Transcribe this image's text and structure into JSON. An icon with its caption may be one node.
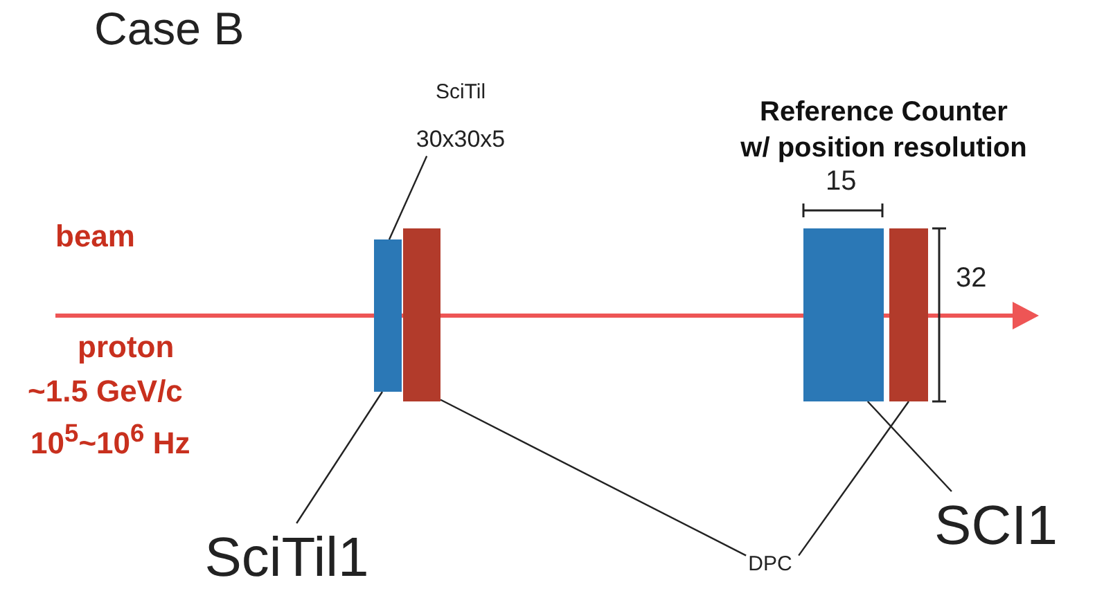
{
  "diagram": {
    "title": "Case B",
    "nodes": [
      {
        "text": [
          "SciTil",
          "30x30x5"
        ]
      },
      {
        "text": [],
        "shape": "bar"
      },
      {
        "text": [],
        "shape": "bar"
      },
      {
        "text": [],
        "shape": "bar"
      },
      {
        "text": [],
        "shape": "bar"
      },
      {
        "text": [
          "SciTil1"
        ]
      },
      {
        "text": [
          "DPC"
        ]
      },
      {
        "text": [
          "SCI1"
        ]
      }
    ],
    "edges": [
      {
        "from": 0,
        "to": 1,
        "arrow": "none"
      },
      {
        "from": 5,
        "to": 1,
        "arrow": "none"
      },
      {
        "from": 6,
        "to": 2,
        "arrow": "none"
      },
      {
        "from": 6,
        "to": 4,
        "arrow": "none"
      },
      {
        "from": 7,
        "to": 3,
        "arrow": "none"
      }
    ],
    "labels": [
      "Reference Counter",
      "w/ position resolution",
      "beam",
      "15",
      "32",
      "proton",
      "~1.5 GeV/c",
      "10$^{5}$~10$^{6}$ Hz"
    ]
  }
}
